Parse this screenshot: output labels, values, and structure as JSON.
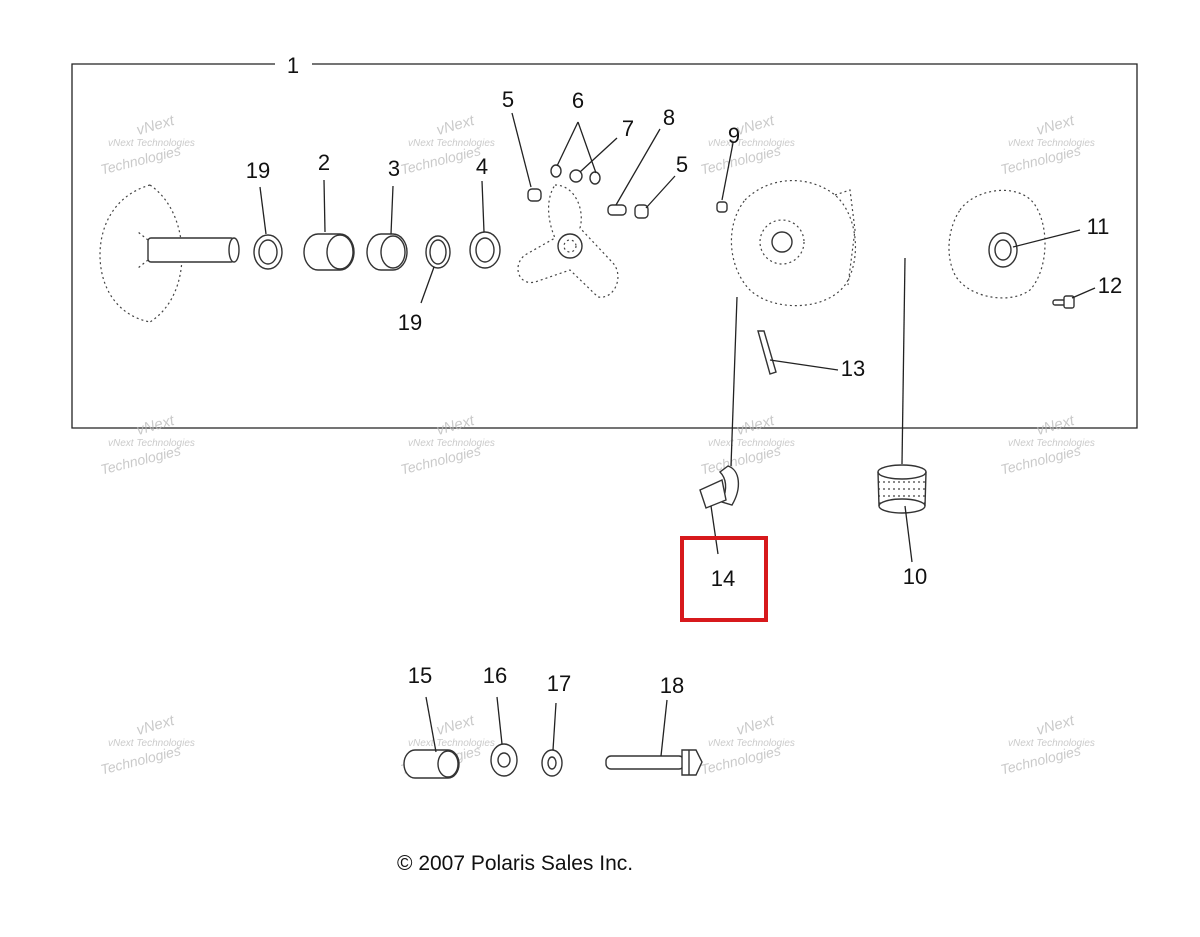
{
  "diagram": {
    "assembly_callout": "1",
    "callouts": {
      "c2": "2",
      "c3": "3",
      "c4": "4",
      "c5a": "5",
      "c5b": "5",
      "c6": "6",
      "c7": "7",
      "c8": "8",
      "c9": "9",
      "c10": "10",
      "c11": "11",
      "c12": "12",
      "c13": "13",
      "c14": "14",
      "c15": "15",
      "c16": "16",
      "c17": "17",
      "c18": "18",
      "c19a": "19",
      "c19b": "19"
    },
    "highlight_color": "#d7191c"
  },
  "watermark": {
    "brand": "vNext",
    "line1": "vNext Technologies",
    "line2": "Technologies"
  },
  "copyright": {
    "symbol": "©",
    "text": " 2007 Polaris Sales Inc."
  }
}
